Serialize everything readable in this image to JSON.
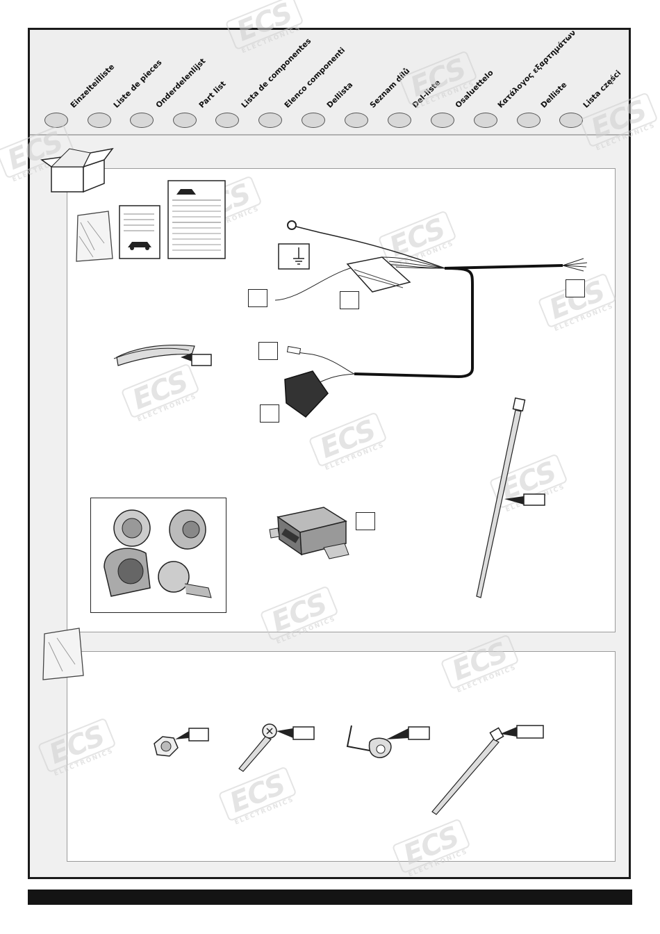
{
  "languages": [
    "Einzelteilliste",
    "Liste de pieces",
    "Onderdelenlijst",
    "Part list",
    "Lista de componentes",
    "Elenco componenti",
    "Dellista",
    "Seznam dílů",
    "Del-liste",
    "Osaluettelo",
    "Κατάλογος εξαρτημάτων",
    "Delliste",
    "Lista części"
  ],
  "watermark": {
    "brand": "ECS",
    "sub": "ELECTRONICS"
  },
  "colors": {
    "frame": "#1a1a1a",
    "header": "#eeeeee",
    "oval": "#d8d8d8",
    "bar": "#141414"
  }
}
